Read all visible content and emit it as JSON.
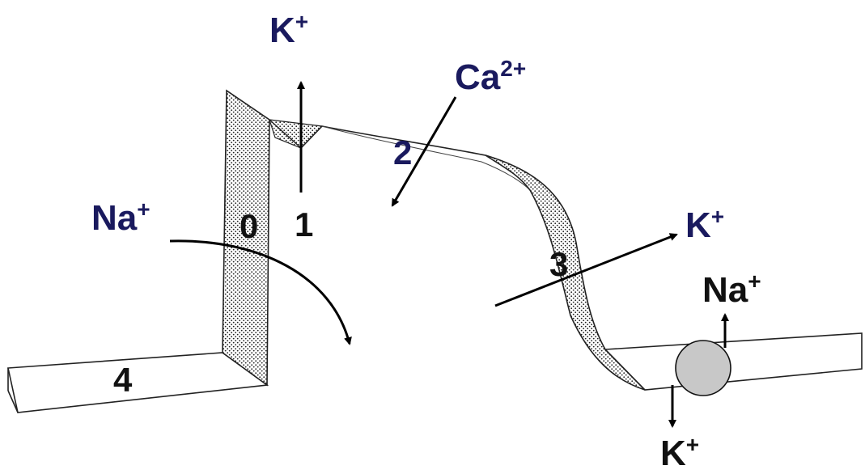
{
  "ions": {
    "k_top": {
      "base": "K",
      "sup": "+"
    },
    "ca": {
      "base": "Ca",
      "sup": "2+"
    },
    "na_left": {
      "base": "Na",
      "sup": "+"
    },
    "k_right": {
      "base": "K",
      "sup": "+"
    },
    "na_right": {
      "base": "Na",
      "sup": "+"
    },
    "k_bottom": {
      "base": "K",
      "sup": "+"
    }
  },
  "phases": {
    "phase0": "0",
    "phase1": "1",
    "phase2": "2",
    "phase3": "3",
    "phase4": "4"
  },
  "colors": {
    "ion_text": "#1a1a5e",
    "phase_text": "#111111",
    "pump": "#c8c8c8",
    "stipple": "#222222"
  }
}
